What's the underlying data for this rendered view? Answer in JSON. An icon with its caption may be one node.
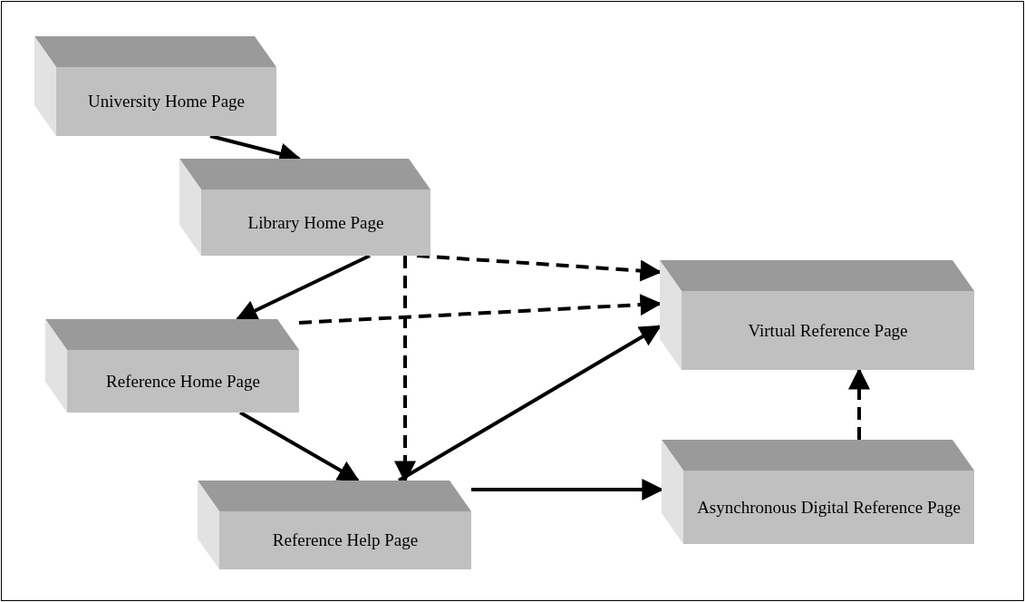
{
  "diagram": {
    "nodes": [
      {
        "text": [
          "University Home Page"
        ]
      },
      {
        "text": [
          "Library Home Page"
        ]
      },
      {
        "text": [
          "Reference Home Page"
        ]
      },
      {
        "text": [
          "Virtual Reference Page"
        ]
      },
      {
        "text": [
          "Reference Help Page"
        ]
      },
      {
        "text": [
          "Asynchronous Digital Reference Page"
        ]
      }
    ],
    "edges": [
      {
        "from": 0,
        "to": 1,
        "arrow": "to"
      },
      {
        "from": 1,
        "to": 2,
        "arrow": "to"
      },
      {
        "from": 1,
        "to": 3,
        "arrow": "to",
        "style": "dashed"
      },
      {
        "from": 2,
        "to": 3,
        "arrow": "to",
        "style": "dashed"
      },
      {
        "from": 1,
        "to": 4,
        "arrow": "to",
        "style": "dashed"
      },
      {
        "from": 2,
        "to": 4,
        "arrow": "to"
      },
      {
        "from": 4,
        "to": 3,
        "arrow": "to"
      },
      {
        "from": 4,
        "to": 5,
        "arrow": "to"
      },
      {
        "from": 5,
        "to": 3,
        "arrow": "to",
        "style": "dashed"
      }
    ]
  }
}
